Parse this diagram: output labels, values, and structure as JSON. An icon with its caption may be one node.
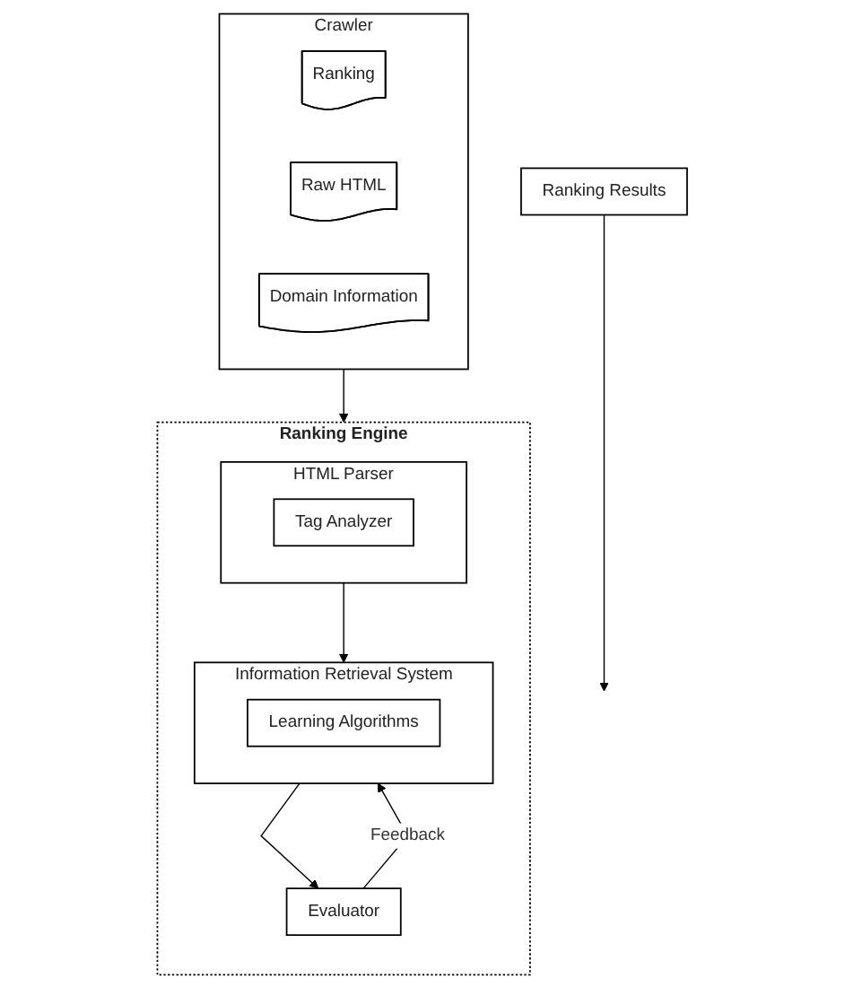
{
  "diagram": {
    "nodes": [
      {
        "text": [
          "Crawler"
        ]
      },
      {
        "text": [
          "Ranking"
        ],
        "in": 0
      },
      {
        "text": [
          "Raw HTML"
        ],
        "in": 0
      },
      {
        "text": [
          "Domain Information"
        ],
        "in": 0
      },
      {
        "text": [
          "Ranking Engine"
        ]
      },
      {
        "text": [
          "HTML Parser"
        ],
        "in": 4
      },
      {
        "text": [
          "Tag Analyzer"
        ],
        "in": 5
      },
      {
        "text": [
          "Information Retrieval System"
        ],
        "in": 4
      },
      {
        "text": [
          "Learning Algorithms"
        ],
        "in": 7
      },
      {
        "text": [
          "Evaluator"
        ],
        "in": 4
      },
      {
        "text": [
          "Ranking Results"
        ]
      }
    ],
    "edges": [
      {
        "from": 0,
        "to": 4,
        "arrow": "to"
      },
      {
        "from": 5,
        "to": 7,
        "arrow": "to"
      },
      {
        "from": 7,
        "to": 9,
        "arrow": "to"
      },
      {
        "from": 9,
        "to": 7,
        "arrow": "to",
        "label": "Feedback"
      },
      {
        "from": 10,
        "to": null,
        "arrow": "to"
      }
    ]
  }
}
